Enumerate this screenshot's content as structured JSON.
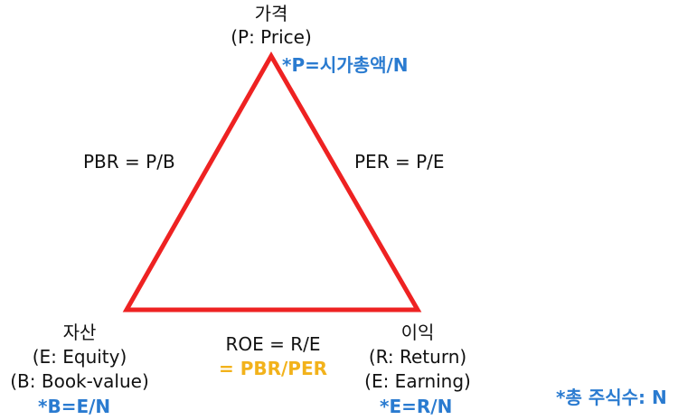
{
  "colors": {
    "triangle": "#ee2222",
    "note": "#2a7bd0",
    "highlight": "#f2b21b",
    "text": "#111111"
  },
  "top_vertex": {
    "title": "가격",
    "subtitle": "(P: Price)",
    "note": "*P=시가총액/N"
  },
  "left_edge": {
    "formula": "PBR = P/B"
  },
  "right_edge": {
    "formula": "PER = P/E"
  },
  "bottom_left_vertex": {
    "title": "자산",
    "line1": "(E: Equity)",
    "line2": "(B: Book-value)",
    "note": "*B=E/N"
  },
  "bottom_edge": {
    "formula": "ROE = R/E",
    "equivalence": "= PBR/PER"
  },
  "bottom_right_vertex": {
    "title": "이익",
    "line1": "(R: Return)",
    "line2": "(E: Earning)",
    "note": "*E=R/N"
  },
  "footnote": "*총 주식수: N"
}
